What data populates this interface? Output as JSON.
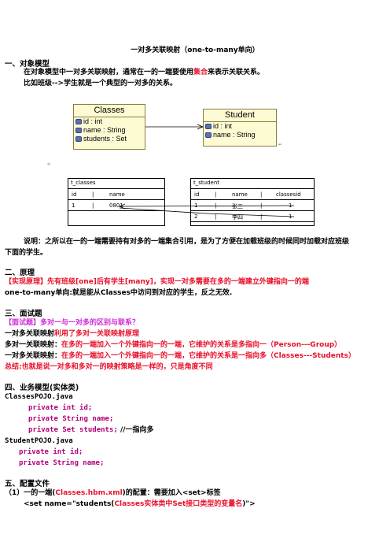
{
  "title": "一对多关联映射（one-to-many单向）",
  "s1": {
    "heading": "一、对象模型",
    "p1a": "在对象模型中一对多关联映射，通常在一的一端要使用",
    "p1b": "集合",
    "p1c": "来表示关联关系。",
    "p2": "比如班级-->学生就是一个典型的一对多的关系。"
  },
  "uml": {
    "classes": {
      "name": "Classes",
      "attrs": [
        "id : int",
        "name : String",
        "students : Set"
      ]
    },
    "student": {
      "name": "Student",
      "attrs": [
        "id : int",
        "name : String"
      ]
    }
  },
  "db": {
    "classes": {
      "caption": "t_classes",
      "cols": [
        "id",
        "name"
      ],
      "row": [
        "1",
        "0801"
      ]
    },
    "student": {
      "caption": "t_student",
      "cols": [
        "id",
        "name",
        "classesid"
      ],
      "rows": [
        [
          "1",
          "张三",
          "1"
        ],
        [
          "2",
          "李四",
          "1"
        ]
      ]
    }
  },
  "note": {
    "line1": "说明：之所以在一的一端需要持有对多的一端集合引用，是为了方便在加载班级的时候同时加载对应班级",
    "line2": "下面的学生。"
  },
  "s2": {
    "heading": "二、原理",
    "l1": "【实现原理】先有班级[one]后有学生[many]，实现一对多需要在多的一端建立外键指向一的端",
    "l2": "one-to-many单向:就是能从Classes中访问到对应的学生，反之无效."
  },
  "s3": {
    "heading": "三、面试题",
    "q": "【面试题】多对一与一对多的区别与联系？",
    "a1a": "一对多关联映射",
    "a1b": "利用了多对一关联映射原理",
    "a2a": "多对一关联映射：",
    "a2b": "在多的一端加入一个外键指向一的一端，它维护的关系是多指向一（Person---Group）",
    "a3a": "一对多关联映射：",
    "a3b": "在多的一端加入一个外键指向一的一端，它维护的关系是一指向多（Classes---Students）",
    "a4": "总结:也就是说一对多和多对一的映射策略是一样的，只是角度不同"
  },
  "s4": {
    "heading": "四、业务模型(实体类)",
    "cls1": "ClassesPOJO.java",
    "c1l1": "private int id;",
    "c1l2": "private String name;",
    "c1l3": "private Set students;",
    "c1l3c": "//一指向多",
    "cls2": "StudentPOJO.java",
    "c2l1": "private int id;",
    "c2l2": "private String name;"
  },
  "s5": {
    "heading": "五、配置文件",
    "l1a": "（1）一的一端(",
    "l1b": "Classes.hbm.xml",
    "l1c": ")的配置：需要加入<set>标签",
    "l2a": "<set name=\"students(",
    "l2b": "Classes实体类中Set接口类型的变量名",
    "l2c": ")\">"
  }
}
